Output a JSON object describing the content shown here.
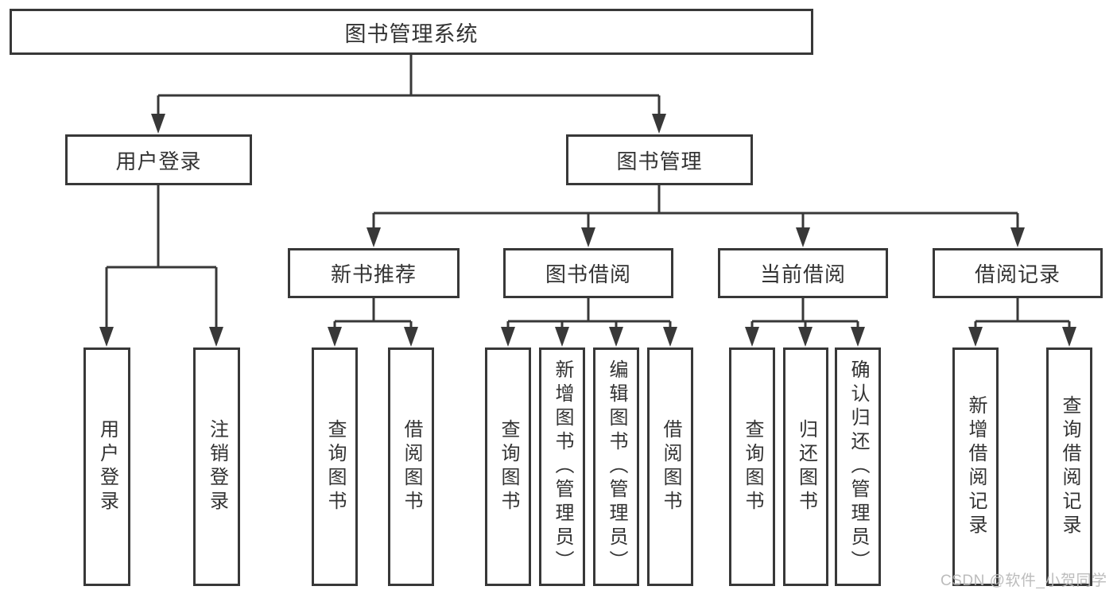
{
  "diagram": {
    "type": "hierarchy-tree",
    "root": {
      "label": "图书管理系统"
    },
    "branches": [
      {
        "label": "用户登录",
        "children": [
          {
            "label": "用户登录"
          },
          {
            "label": "注销登录"
          }
        ]
      },
      {
        "label": "图书管理",
        "children": [
          {
            "label": "新书推荐",
            "children": [
              {
                "label": "查询图书"
              },
              {
                "label": "借阅图书"
              }
            ]
          },
          {
            "label": "图书借阅",
            "children": [
              {
                "label": "查询图书"
              },
              {
                "label": "新增图书（管理员）"
              },
              {
                "label": "编辑图书（管理员）"
              },
              {
                "label": "借阅图书"
              }
            ]
          },
          {
            "label": "当前借阅",
            "children": [
              {
                "label": "查询图书"
              },
              {
                "label": "归还图书"
              },
              {
                "label": "确认归还（管理员）"
              }
            ]
          },
          {
            "label": "借阅记录",
            "children": [
              {
                "label": "新增借阅记录"
              },
              {
                "label": "查询借阅记录"
              }
            ]
          }
        ]
      }
    ]
  },
  "watermark": {
    "text": "CSDN @软件_小贺同学"
  },
  "colors": {
    "line": "#383838",
    "text": "#333333",
    "background": "#ffffff",
    "watermark": "#b8b8b8"
  }
}
